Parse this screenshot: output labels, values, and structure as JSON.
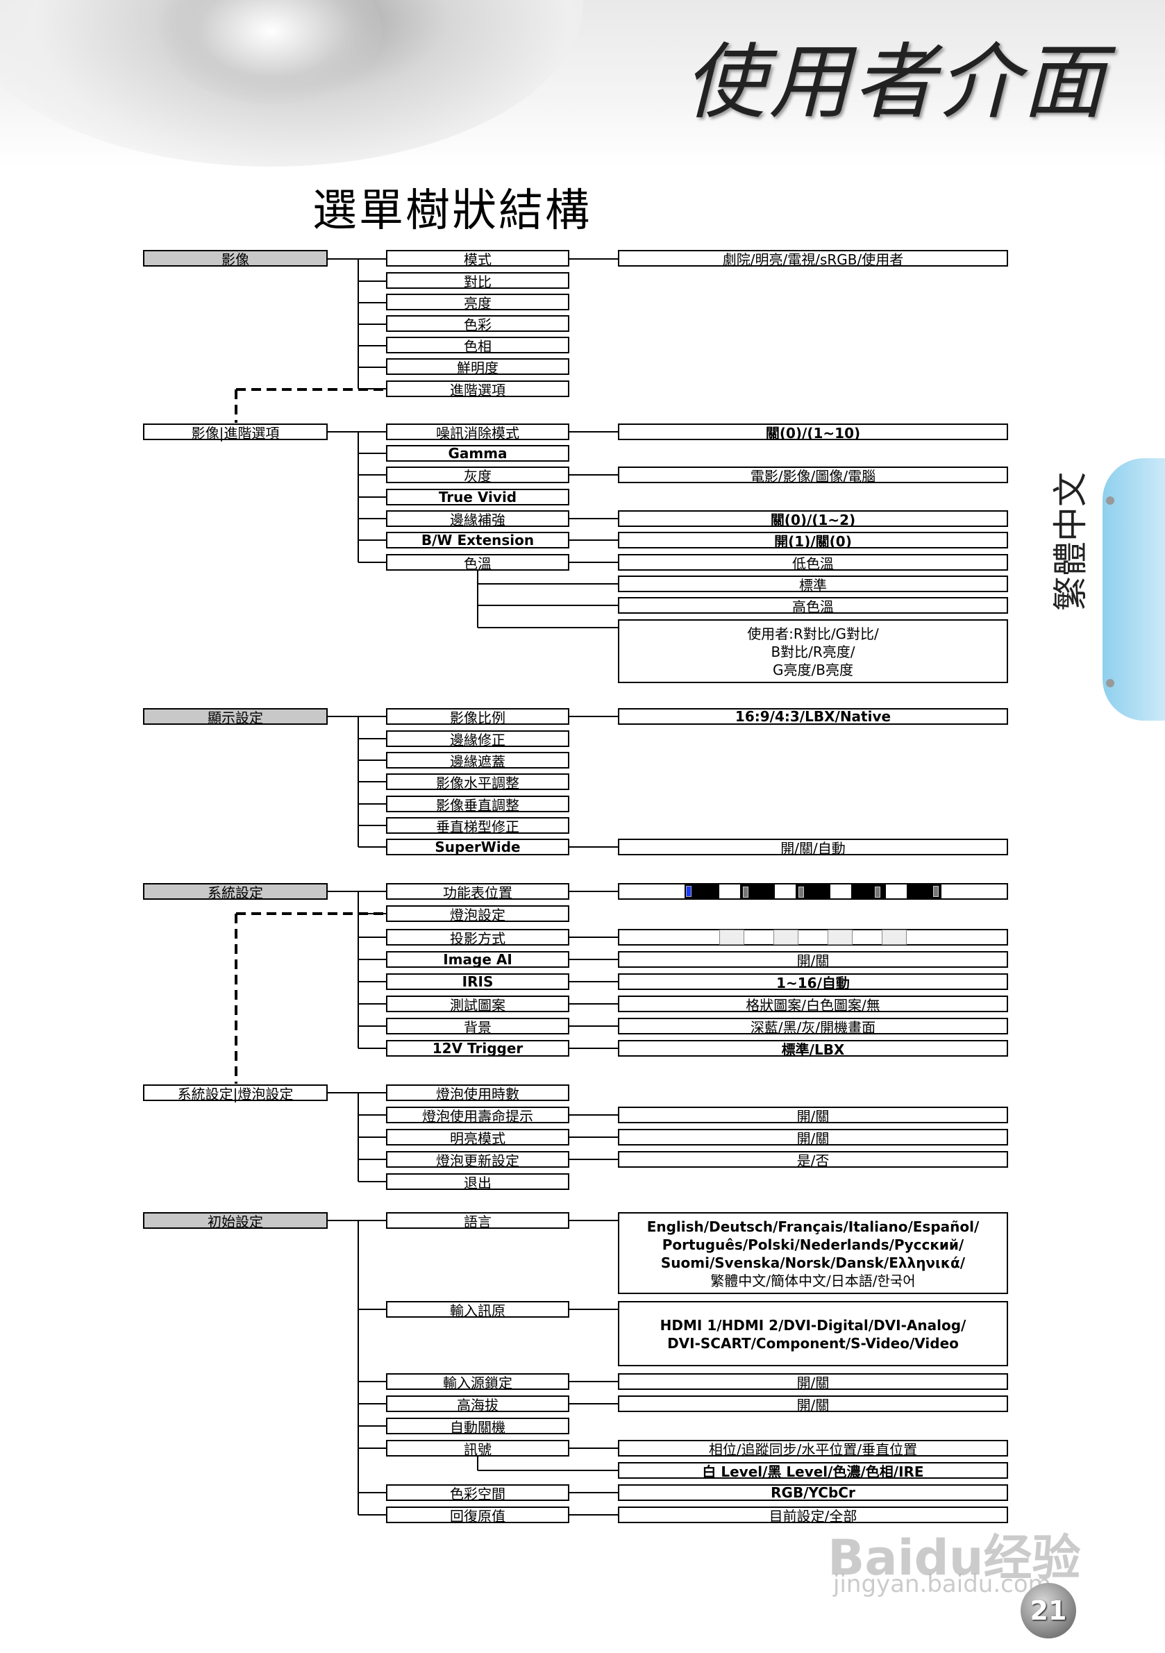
{
  "header": {
    "title": "使用者介面",
    "page_heading": "選單樹狀結構"
  },
  "side_tab": "繁體中文",
  "page_number": "21",
  "watermark": {
    "line1": "Baidu经验",
    "line2": "jingyan.baidu.com"
  },
  "image": {
    "category": "影像",
    "items": [
      "模式",
      "對比",
      "亮度",
      "色彩",
      "色相",
      "鮮明度",
      "進階選項"
    ],
    "mode_options": "劇院/明亮/電視/sRGB/使用者"
  },
  "image_advanced": {
    "category": "影像|進階選項",
    "items": [
      "噪訊消除模式",
      "Gamma",
      "灰度",
      "True Vivid",
      "邊緣補強",
      "B/W Extension",
      "色溫"
    ],
    "noise_options": "關(0)/(1~10)",
    "gray_options": "電影/影像/圖像/電腦",
    "edge_options": "關(0)/(1~2)",
    "bw_options": "開(1)/關(0)",
    "color_temp_options": [
      "低色溫",
      "標準",
      "高色溫"
    ],
    "user_color_lines": [
      "使用者:R對比/G對比/",
      "B對比/R亮度/",
      "G亮度/B亮度"
    ]
  },
  "display": {
    "category": "顯示設定",
    "items": [
      "影像比例",
      "邊緣修正",
      "邊緣遮蓋",
      "影像水平調整",
      "影像垂直調整",
      "垂直梯型修正",
      "SuperWide"
    ],
    "ratio_options": "16:9/4:3/LBX/Native",
    "superwide_options": "開/關/自動"
  },
  "system": {
    "category": "系統設定",
    "items": [
      "功能表位置",
      "燈泡設定",
      "投影方式",
      "Image AI",
      "IRIS",
      "測試圖案",
      "背景",
      "12V Trigger"
    ],
    "image_ai_options": "開/關",
    "iris_options": "1~16/自動",
    "test_pattern_options": "格狀圖案/白色圖案/無",
    "background_options": "深藍/黑/灰/開機畫面",
    "trigger_options": "標準/LBX"
  },
  "lamp": {
    "category": "系統設定|燈泡設定",
    "items": [
      "燈泡使用時數",
      "燈泡使用壽命提示",
      "明亮模式",
      "燈泡更新設定",
      "退出"
    ],
    "reminder_options": "開/關",
    "bright_options": "開/關",
    "reset_options": "是/否"
  },
  "setup": {
    "category": "初始設定",
    "items": [
      "語言",
      "輸入訊原",
      "輸入源鎖定",
      "高海拔",
      "自動關機",
      "訊號",
      "色彩空間",
      "回復原值"
    ],
    "language_lines": [
      "English/Deutsch/Français/Italiano/Español/",
      "Português/Polski/Nederlands/Русский/",
      "Suomi/Svenska/Norsk/Dansk/Ελληνικά/",
      "繁體中文/簡体中文/日本語/한국어"
    ],
    "source_lines": [
      "HDMI 1/HDMI 2/DVI-Digital/DVI-Analog/",
      "DVI-SCART/Component/S-Video/Video"
    ],
    "source_lock_options": "開/關",
    "altitude_options": "開/關",
    "signal_options_1": "相位/追蹤同步/水平位置/垂直位置",
    "signal_options_2": "白 Level/黑 Level/色濃/色相/IRE",
    "color_space_options": "RGB/YCbCr",
    "reset_options": "目前設定/全部"
  }
}
